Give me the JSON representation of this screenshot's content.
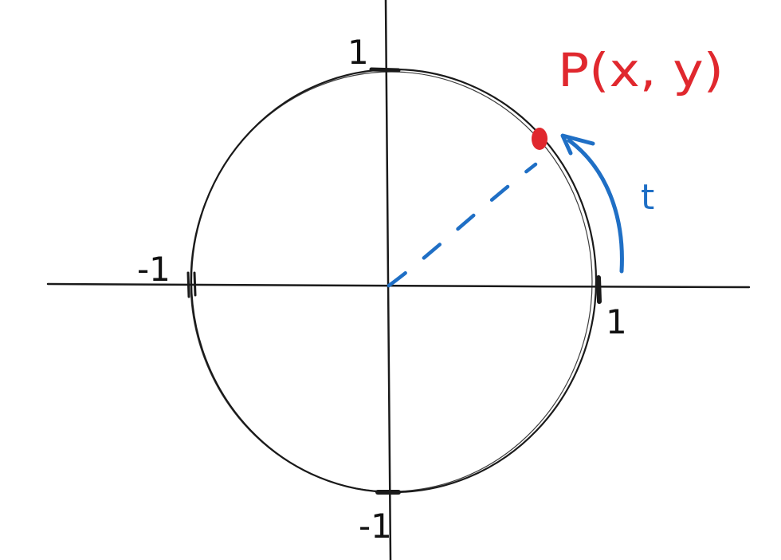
{
  "labels": {
    "top": "1",
    "left": "-1",
    "right": "1",
    "bottom": "-1",
    "point": "P(x, y)",
    "arc": "t"
  },
  "colors": {
    "ink": "#1a1a1a",
    "point": "#e0282e",
    "arc": "#1f6fc5"
  }
}
